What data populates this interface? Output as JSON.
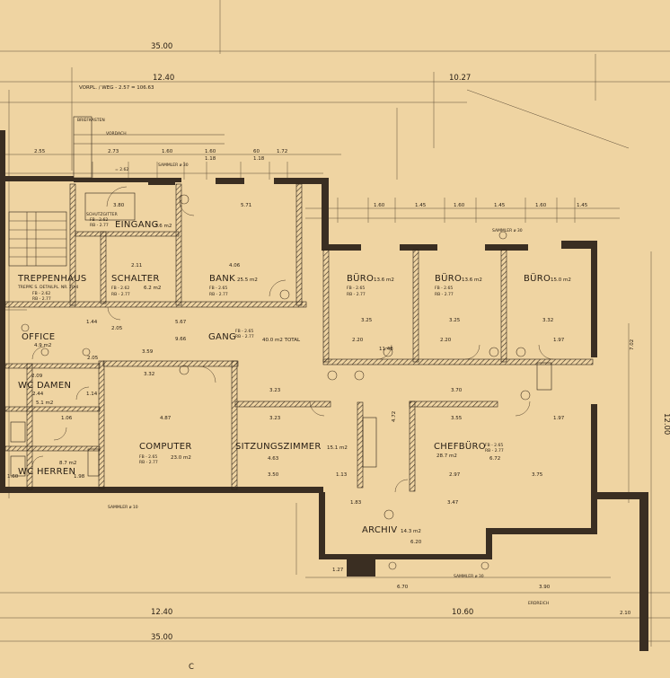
{
  "dimensions": {
    "total_top": "35.00",
    "left_top": "12.40",
    "right_top": "10.27",
    "vorplatz": "VORPL. / WEG - 2.57 = 106.63",
    "total_bottom": "35.00",
    "left_bottom": "12.40",
    "right_bottom": "10.60",
    "d_255": "2.55",
    "d_273": "2.73",
    "d_160a": "1.60",
    "d_160b": "1.60",
    "d_60": "60",
    "d_172": "1.72",
    "d_118a": "1.18",
    "d_118b": "1.18",
    "d_380": "3.80",
    "d_571": "5.71",
    "d_160c": "1.60",
    "d_145a": "1.45",
    "d_160d": "1.60",
    "d_145b": "1.45",
    "d_160e": "1.60",
    "d_145c": "1.45",
    "d_211": "2.11",
    "d_406": "4.06",
    "d_567": "5.67",
    "d_966": "9.66",
    "d_359": "3.59",
    "d_332": "3.32",
    "d_1148": "11.48",
    "d_325a": "3.25",
    "d_325b": "3.25",
    "d_332b": "3.32",
    "d_323": "3.23",
    "d_370": "3.70",
    "d_323b": "3.23",
    "d_355": "3.55",
    "d_197": "1.97",
    "d_487": "4.87",
    "d_472": "4.72",
    "d_463": "4.63",
    "d_350": "3.50",
    "d_113": "1.13",
    "d_297": "2.97",
    "d_672": "6.72",
    "d_375": "3.75",
    "d_347": "3.47",
    "d_183": "1.83",
    "d_620": "6.20",
    "d_670": "6.70",
    "d_390": "3.90",
    "d_127": "1.27",
    "d_210": "2.10",
    "d_702": "7.02",
    "d_1200": "12.00",
    "d_144": "1.44",
    "d_205a": "2.05",
    "d_205b": "2.05",
    "d_220a": "2.20",
    "d_220b": "2.20",
    "d_244": "2.44",
    "d_209": "2.09",
    "d_114": "1.14",
    "d_106": "1.06",
    "d_198": "1.98",
    "d_160f": "1.60"
  },
  "labels": {
    "briefkasten": "BRIEFKASTEN",
    "vordach": "VORDACH",
    "sammler_30a": "SAMMLER ø 30",
    "sammler_30b": "SAMMLER ø 30",
    "sammler_30c": "SAMMLER ø 30",
    "sammler_10": "SAMMLER ø 10",
    "erdreich": "ERDREICH",
    "aufmass": "= 2.62",
    "schutzgitter": "SCHUTZGITTER",
    "section_mark": "C"
  },
  "rooms": {
    "treppenhaus": {
      "name": "TREPPENHAUS",
      "note": "TREPPE S. DETAILPL. NR. 20-4",
      "fb": "FB - 2.62",
      "rb": "RB - 2.77"
    },
    "schalter": {
      "name": "SCHALTER",
      "area": "6.2 m2",
      "fb": "FB - 2.62",
      "rb": "RB - 2.77"
    },
    "eingang": {
      "name": "EINGANG",
      "area": "7.6 m2",
      "fb": "FB - 2.62",
      "rb": "RB - 2.77"
    },
    "bank": {
      "name": "BANK",
      "area": "25.5 m2",
      "fb": "FB - 2.65",
      "rb": "RB - 2.77"
    },
    "buero1": {
      "name": "BÜRO",
      "area": "13.6 m2",
      "fb": "FB - 2.65",
      "rb": "RB - 2.77"
    },
    "buero2": {
      "name": "BÜRO",
      "area": "13.6 m2",
      "fb": "FB - 2.65",
      "rb": "RB - 2.77"
    },
    "buero3": {
      "name": "BÜRO",
      "area": "15.0 m2"
    },
    "office": {
      "name": "OFFICE",
      "area": "4.9 m2"
    },
    "gang": {
      "name": "GANG",
      "area": "40.0 m2 TOTAL",
      "fb": "FB - 2.65",
      "rb": "RB - 2.77"
    },
    "wc_damen": {
      "name": "WC DAMEN",
      "area": "5.1 m2"
    },
    "wc_herren": {
      "name": "WC HERREN",
      "area": "8.7 m2"
    },
    "computer": {
      "name": "COMPUTER",
      "area": "23.0 m2",
      "fb": "FB - 2.65",
      "rb": "RB - 2.77"
    },
    "sitzungszimmer": {
      "name": "SITZUNGSZIMMER",
      "area": "15.1 m2"
    },
    "chefbuero": {
      "name": "CHEFBÜRO",
      "area": "28.7 m2",
      "fb": "FB - 2.65",
      "rb": "RB - 2.77"
    },
    "archiv": {
      "name": "ARCHIV",
      "area": "14.3 m2"
    }
  },
  "colors": {
    "paper": "#f2d9a8",
    "ink": "#2a2016",
    "wall": "#3a2e22"
  }
}
